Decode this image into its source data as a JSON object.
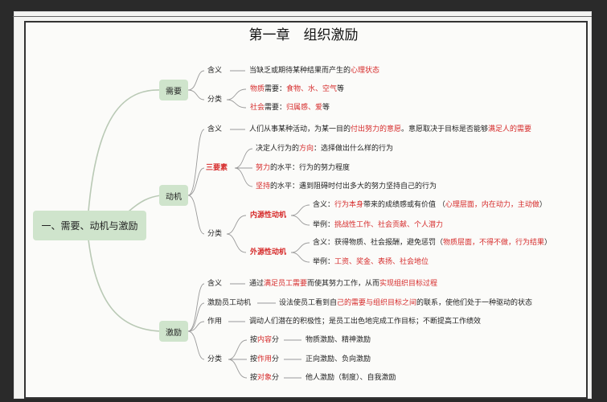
{
  "title": "第一章　组织激励",
  "root": "一、需要、动机与激励",
  "needs": {
    "label": "需要",
    "meaning": {
      "label": "含义",
      "parts": [
        "当缺乏或期待某种结果而产生的",
        "心理状态"
      ]
    },
    "cls": {
      "label": "分类",
      "a": [
        "物质",
        "需要：",
        "食物、水、空气",
        "等"
      ],
      "b": [
        "社会",
        "需要：",
        "归属感、爱",
        "等"
      ]
    }
  },
  "motive": {
    "label": "动机",
    "meaning": {
      "label": "含义",
      "parts": [
        "人们从事某种活动，为某一目的",
        "付出努力的意愿",
        "。意愿取决于目标是否能够",
        "满足人的需要"
      ]
    },
    "three": {
      "label": "三要素",
      "a": [
        "决定人行为的",
        "方向",
        "：选择做出什么样的行为"
      ],
      "b": [
        "努力",
        "的水平：行为的努力程度"
      ],
      "c": [
        "坚持",
        "的水平：遇到阻碍时付出多大的努力坚持自己的行为"
      ]
    },
    "cls": {
      "label": "分类",
      "internal": {
        "label": "内源性动机",
        "m": [
          "含义：",
          "行为本身",
          "带来的成绩感或有价值 （",
          "心理层面，内在动力，主动做",
          "）"
        ],
        "e": [
          "举例：",
          "挑战性工作、社会贡献、个人潜力"
        ]
      },
      "external": {
        "label": "外源性动机",
        "m": [
          "含义：获得物质、社会报酬，避免惩罚（",
          "物质层面，不得不做，行为结果",
          "）"
        ],
        "e": [
          "举例：",
          "工资、奖金、表扬、社会地位"
        ]
      }
    }
  },
  "incent": {
    "label": "激励",
    "meaning": {
      "label": "含义",
      "parts": [
        "通过",
        "满足员工需要",
        "而使其努力工作，从而",
        "实现组织目标过程"
      ]
    },
    "emp": {
      "label": "激励员工动机",
      "parts": [
        "设法使员工看到自",
        "己的需要与组织目标之间",
        "的联系，使他们处于一种驱动的状态"
      ]
    },
    "role": {
      "label": "作用",
      "text": "调动人们潜在的积极性；是员工出色地完成工作目标；不断提高工作绩效"
    },
    "cls": {
      "label": "分类",
      "a": {
        "k": [
          "按",
          "内容",
          "分"
        ],
        "v": "物质激励、精神激励"
      },
      "b": {
        "k": [
          "按",
          "作用",
          "分"
        ],
        "v": "正向激励、负向激励"
      },
      "c": {
        "k": [
          "按",
          "对象",
          "分"
        ],
        "v": "他人激励（制度）、自我激励"
      }
    }
  }
}
